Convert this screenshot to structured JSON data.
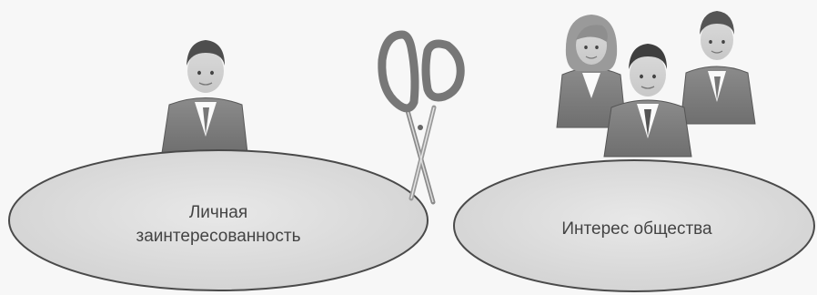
{
  "left_ellipse": {
    "lines": [
      "Личная",
      "заинтересованность"
    ]
  },
  "right_ellipse": {
    "label": "Интерес общества"
  },
  "icons": {
    "single_person": "businessman-icon",
    "group": "group-of-people-icon",
    "cutter": "scissors-icon"
  }
}
